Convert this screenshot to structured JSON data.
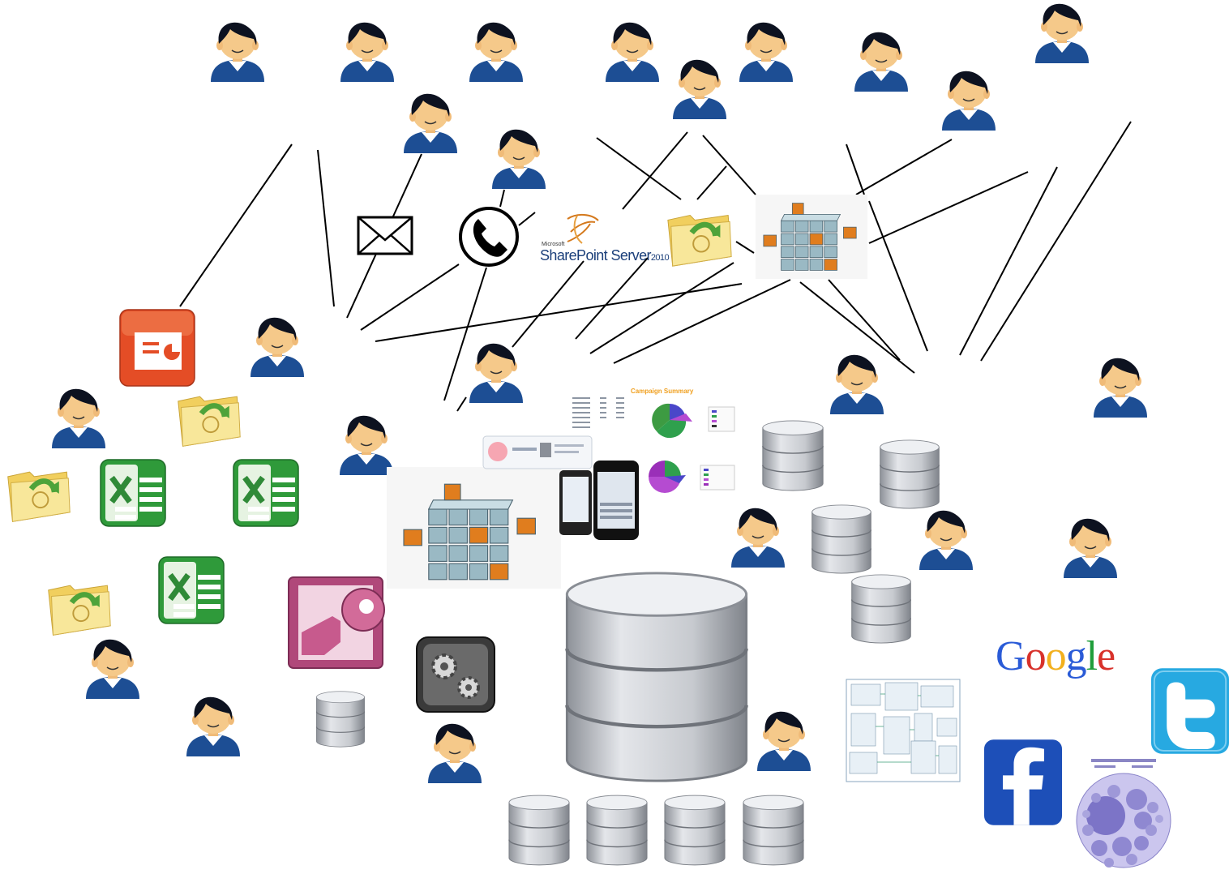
{
  "sharepoint": {
    "brand": "Microsoft",
    "product": "SharePoint Server",
    "version": "2010"
  },
  "google": {
    "letters": [
      "G",
      "o",
      "o",
      "g",
      "l",
      "e"
    ],
    "colors": [
      "#2a5bd7",
      "#d8322b",
      "#f2b01e",
      "#2a5bd7",
      "#1f9d3a",
      "#d8322b"
    ]
  },
  "campaign": {
    "title": "Campaign Summary"
  },
  "icons": {
    "person": "person-icon",
    "database": "database-icon",
    "cube": "cube-icon",
    "folder": "shared-folder-icon",
    "excel": "excel-icon",
    "powerpoint": "powerpoint-icon",
    "access": "access-key-icon",
    "gears": "settings-gears-icon",
    "envelope": "envelope-icon",
    "phone": "phone-icon",
    "facebook": "facebook-icon",
    "twitter": "twitter-icon"
  },
  "colors": {
    "person_shirt": "#1d4e94",
    "person_hair": "#0d1220",
    "person_skin": "#f5c98a",
    "db_body": "#b8bcc2",
    "excel_green": "#2f9a3a",
    "ppt_orange": "#e44d26",
    "access_pink": "#b0487a",
    "folder_yellow": "#f3d56b",
    "facebook_blue": "#1d4fb8",
    "twitter_blue": "#27a9e1"
  }
}
